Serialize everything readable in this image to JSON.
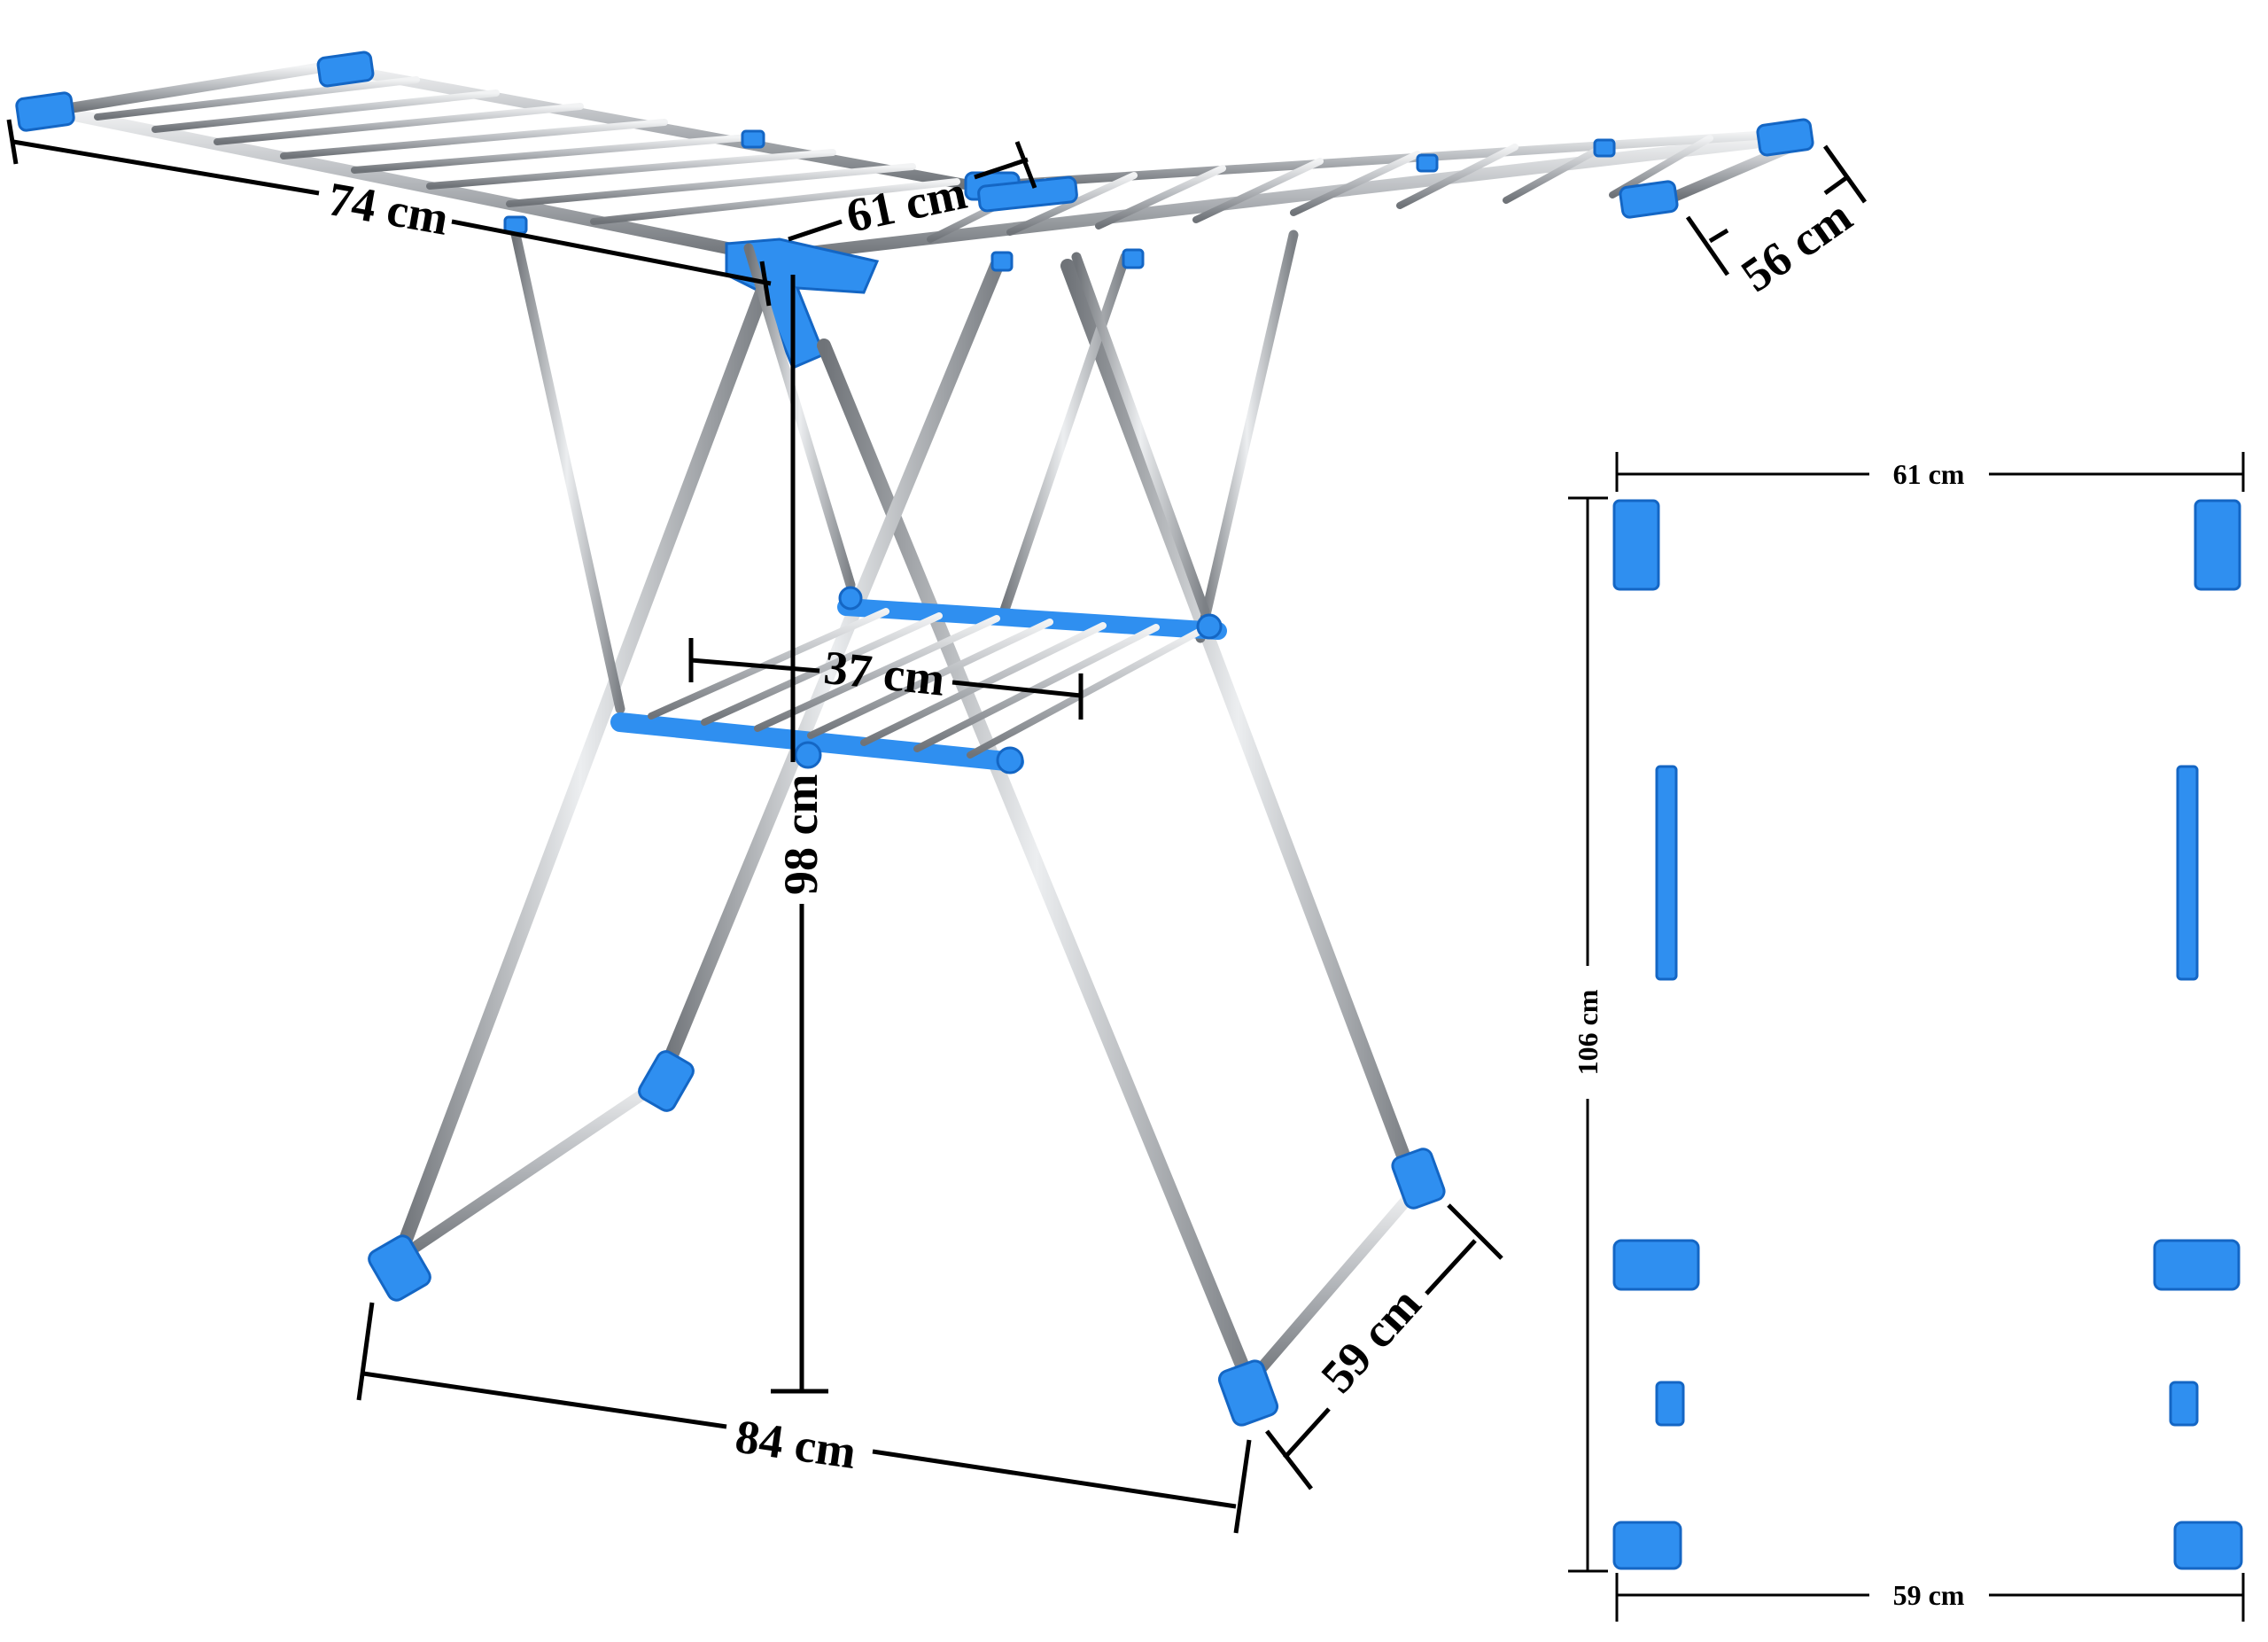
{
  "dimensions": {
    "wing_length": "74 cm",
    "center_width": "61 cm",
    "wing_width": "56 cm",
    "shelf_width": "37 cm",
    "height": "98 cm",
    "base_length": "84 cm",
    "base_depth": "59 cm"
  },
  "folded_view": {
    "top_width": "61 cm",
    "height": "106 cm",
    "bottom_width": "59 cm"
  },
  "colors": {
    "accent_blue": "#2f8ff0",
    "accent_blue_dark": "#1466c4",
    "steel_light": "#e6e8ea",
    "steel_dark": "#6f7378",
    "dimension_ink": "#000000"
  }
}
